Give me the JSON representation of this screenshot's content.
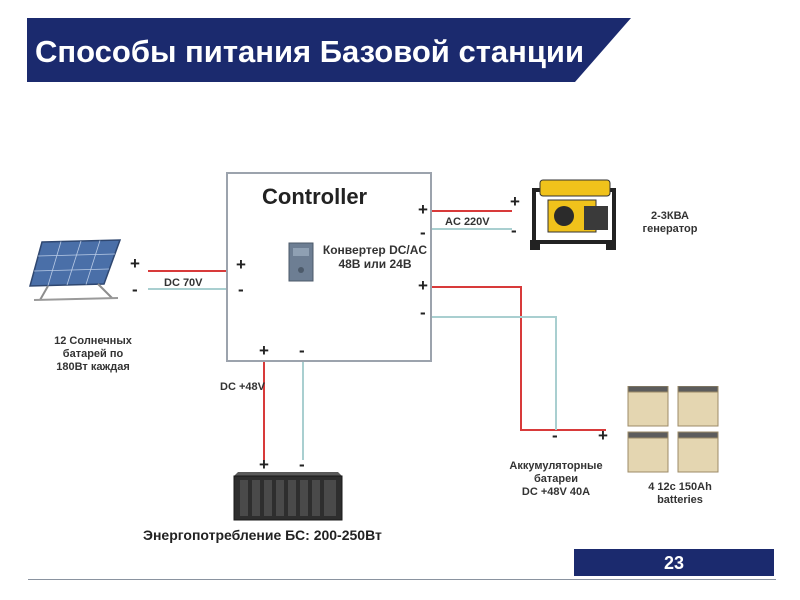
{
  "slide": {
    "title": "Способы питания Базовой станции",
    "page_number": "23"
  },
  "controller": {
    "title": "Controller",
    "converter_label": "Конвертер DC/AC 48В или 24В"
  },
  "labels": {
    "solar_link": "DC 70V",
    "generator_link": "AC 220V",
    "load_link": "DC +48V"
  },
  "solar": {
    "caption_lines": [
      "12 Солнечных",
      "батарей по",
      "180Вт каждая"
    ]
  },
  "generator": {
    "caption_lines": [
      "2-3КВА",
      "генератор"
    ]
  },
  "accumulator": {
    "caption_lines": [
      "Аккумуляторные",
      "батареи",
      "DC +48V 40A"
    ]
  },
  "batteries": {
    "caption_lines": [
      "4 12с 150Ah",
      "batteries"
    ]
  },
  "load": {
    "caption": "Энергопотребление  БС: 200-250Вт"
  },
  "signs": {
    "plus": "+",
    "minus": "-"
  },
  "colors": {
    "title_bar": "#1b2a6e",
    "positive_wire": "#d83a3a",
    "negative_wire": "#a9cfd0"
  }
}
